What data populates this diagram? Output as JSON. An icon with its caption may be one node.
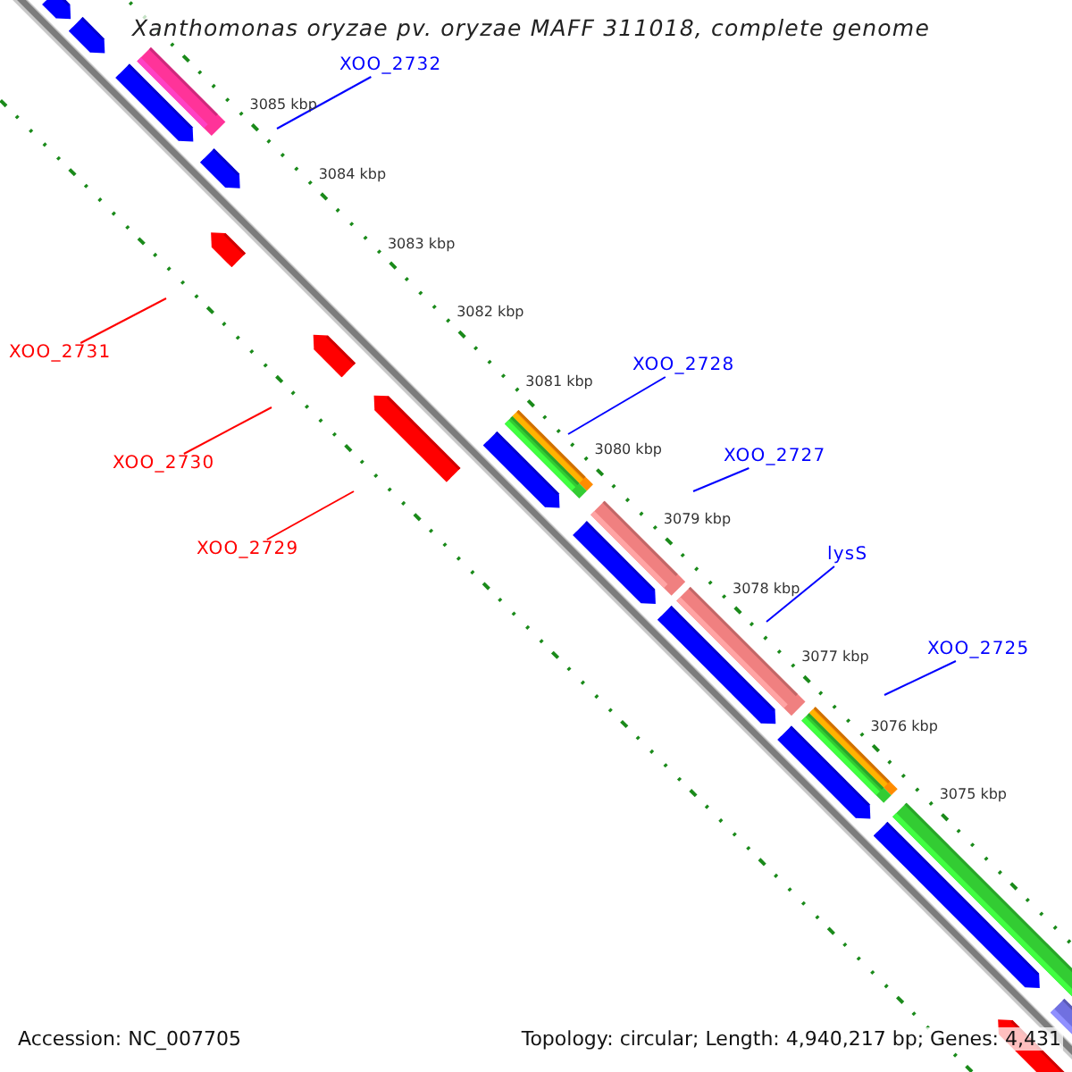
{
  "diagram": {
    "title": "Xanthomonas oryzae pv. oryzae MAFF 311018, complete genome",
    "nodes": [
      {
        "text": [
          "XOO_2732"
        ]
      },
      {
        "text": [
          "XOO_2731"
        ]
      },
      {
        "text": [
          "XOO_2728"
        ]
      },
      {
        "text": [
          "XOO_2727"
        ]
      },
      {
        "text": [
          "XOO_2730"
        ]
      },
      {
        "text": [
          "XOO_2729"
        ]
      },
      {
        "text": [
          "lysS"
        ]
      },
      {
        "text": [
          "XOO_2725"
        ]
      }
    ],
    "edges": [
      {
        "from": 0,
        "to": null,
        "arrow": "none"
      },
      {
        "from": 1,
        "to": null,
        "arrow": "none",
        "color": "#ff0000"
      },
      {
        "from": 2,
        "to": null,
        "arrow": "none"
      },
      {
        "from": 3,
        "to": null,
        "arrow": "none"
      },
      {
        "from": 4,
        "to": null,
        "arrow": "none",
        "color": "#ff0000"
      },
      {
        "from": 5,
        "to": null,
        "arrow": "none",
        "color": "#ff0000"
      },
      {
        "from": 6,
        "to": null,
        "arrow": "none"
      },
      {
        "from": 7,
        "to": null,
        "arrow": "none"
      }
    ],
    "labels": [
      "3085 kbp",
      "3084 kbp",
      "3083 kbp",
      "3082 kbp",
      "3081 kbp",
      "3080 kbp",
      "3079 kbp",
      "3078 kbp",
      "3077 kbp",
      "3076 kbp",
      "3075 kbp",
      "Accession: NC_007705",
      "Topology: circular; Length: 4,940,217 bp; Genes: 4,431"
    ]
  }
}
